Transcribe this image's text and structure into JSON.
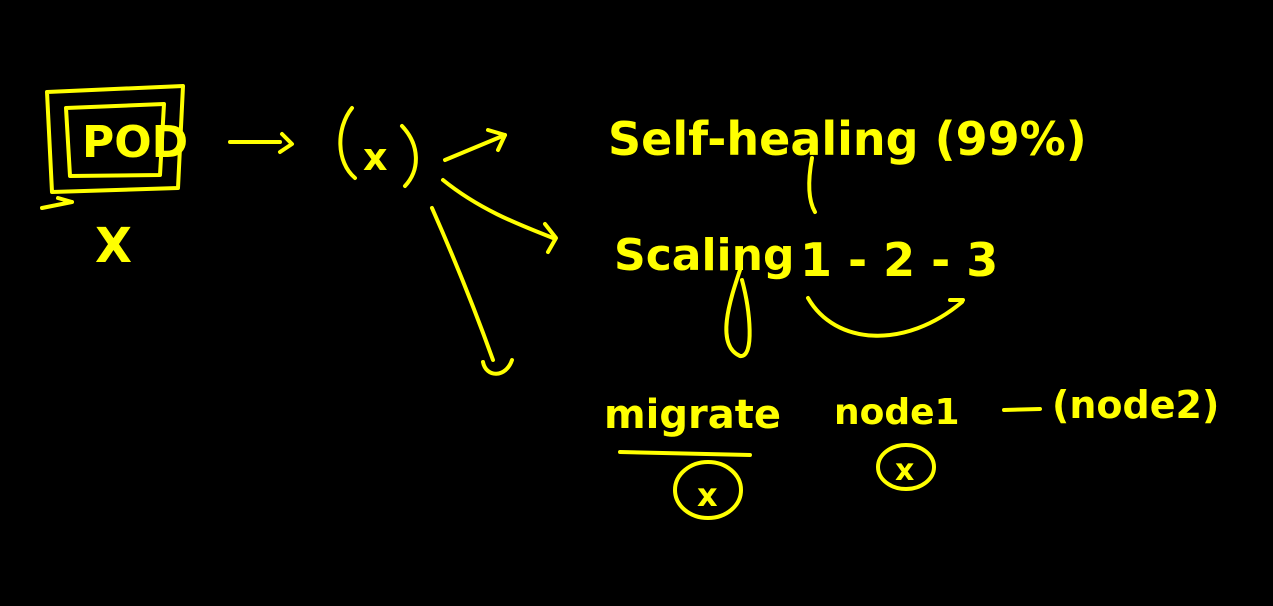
{
  "canvas": {
    "background": "#000000",
    "ink_color": "#ffff00"
  },
  "pod": {
    "box_label": "POD",
    "below_label": "X"
  },
  "hub": {
    "label": "(x)"
  },
  "notes": {
    "self_healing": "Self-healing (99%)",
    "scaling": "Scaling",
    "scaling_steps": "1 - 2 - 3",
    "migrate": "migrate",
    "migrate_mark": "x",
    "node1": "node1",
    "node1_mark": "x",
    "node2": "(node2)"
  }
}
